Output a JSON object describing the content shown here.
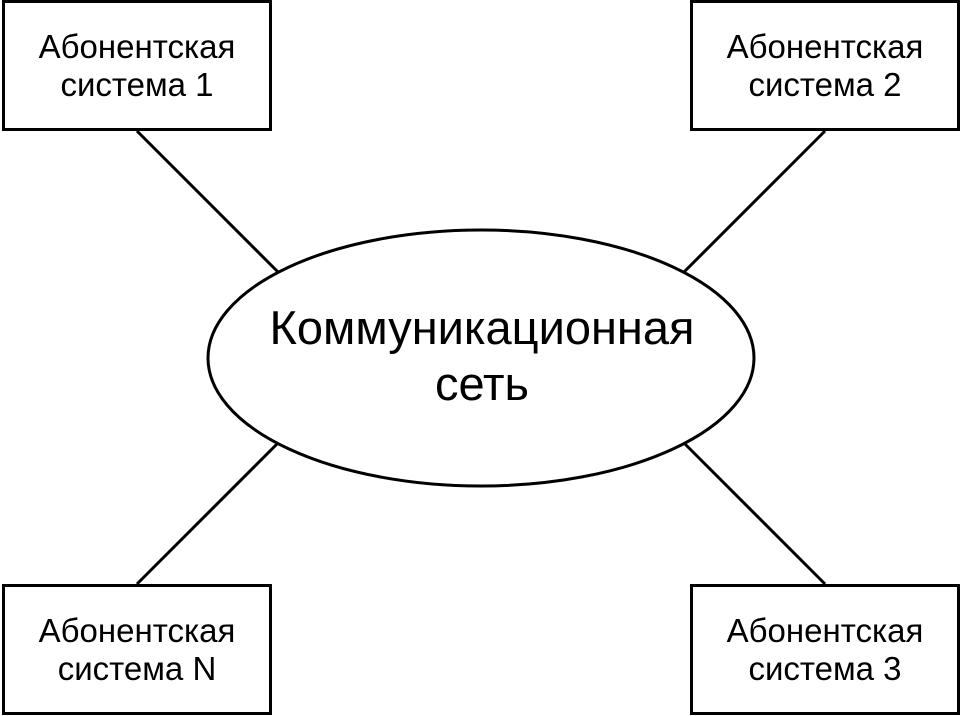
{
  "center": {
    "line1": "Коммуникационная",
    "line2": "сеть"
  },
  "subscribers": {
    "s1": {
      "line1": "Абонентская",
      "line2": "система 1"
    },
    "s2": {
      "line1": "Абонентская",
      "line2": "система 2"
    },
    "sN": {
      "line1": "Абонентская",
      "line2": "система N"
    },
    "s3": {
      "line1": "Абонентская",
      "line2": "система 3"
    }
  }
}
